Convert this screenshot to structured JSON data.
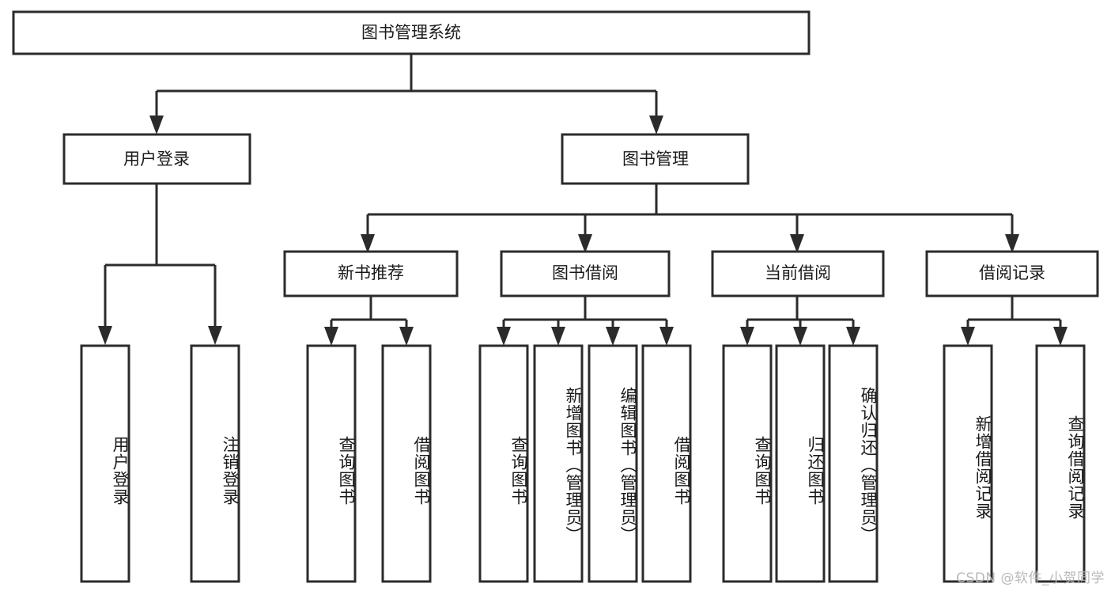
{
  "diagram": {
    "type": "tree",
    "title": "图书管理系统",
    "orientation": "top-down",
    "watermark": "CSDN @软件_小贺同学",
    "colors": {
      "background": "#ffffff",
      "node_fill": "#ffffff",
      "node_stroke": "#2b2b2b",
      "connector": "#2b2b2b",
      "text": "#1a1a1a",
      "watermark": "#b9b9b9"
    },
    "levels": {
      "root": {
        "label": "图书管理系统"
      },
      "level2": [
        {
          "label": "用户登录"
        },
        {
          "label": "图书管理"
        }
      ],
      "level3": [
        {
          "label": "新书推荐",
          "parent": "图书管理"
        },
        {
          "label": "图书借阅",
          "parent": "图书管理"
        },
        {
          "label": "当前借阅",
          "parent": "图书管理"
        },
        {
          "label": "借阅记录",
          "parent": "图书管理"
        }
      ],
      "leaves": [
        {
          "label": "用户登录",
          "parent": "用户登录"
        },
        {
          "label": "注销登录",
          "parent": "用户登录"
        },
        {
          "label": "查询图书",
          "parent": "新书推荐"
        },
        {
          "label": "借阅图书",
          "parent": "新书推荐"
        },
        {
          "label": "查询图书",
          "parent": "图书借阅"
        },
        {
          "label": "新增图书（管理员）",
          "parent": "图书借阅"
        },
        {
          "label": "编辑图书（管理员）",
          "parent": "图书借阅"
        },
        {
          "label": "借阅图书",
          "parent": "图书借阅"
        },
        {
          "label": "查询图书",
          "parent": "当前借阅"
        },
        {
          "label": "归还图书",
          "parent": "当前借阅"
        },
        {
          "label": "确认归还（管理员）",
          "parent": "当前借阅"
        },
        {
          "label": "新增借阅记录",
          "parent": "借阅记录"
        },
        {
          "label": "查询借阅记录",
          "parent": "借阅记录"
        }
      ]
    }
  }
}
